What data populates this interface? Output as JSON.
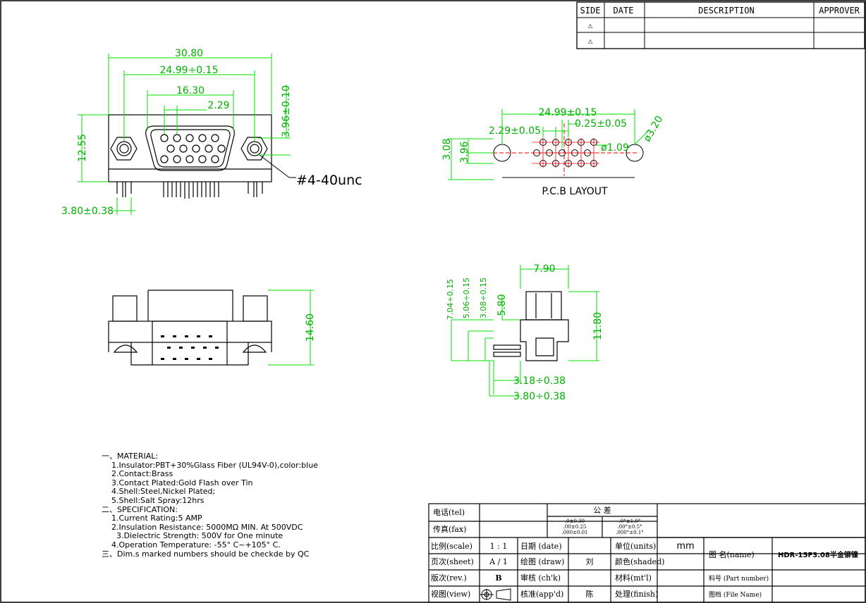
{
  "revision_table": {
    "headers": [
      "SIDE",
      "DATE",
      "DESCRIPTION",
      "APPROVER"
    ],
    "rows": [
      {
        "side": "⚠",
        "date": "",
        "description": "",
        "approver": ""
      },
      {
        "side": "⚠",
        "date": "",
        "description": "",
        "approver": ""
      }
    ]
  },
  "views": {
    "front": {
      "dims": {
        "overall_width": "30.80",
        "screw_pitch": "24.99÷0.15",
        "row_span": "16.30",
        "pin_pitch": "2.29",
        "height": "12.55",
        "offset": "3.96±0.10",
        "peg": "3.80±0.38"
      },
      "thread_note": "#4-40unc"
    },
    "pcb": {
      "dims": {
        "screw_pitch": "24.99±0.15",
        "pin_pitch": "2.29±0.05",
        "row_offset": "0.25±0.05",
        "mount_hole": "ø3.20",
        "pin_hole": "ø1.09",
        "row1": "3.08",
        "row2": "3.96"
      },
      "label": "P.C.B LAYOUT"
    },
    "bottom": {
      "dims": {
        "height": "14.60"
      }
    },
    "side": {
      "dims": {
        "top_width": "7.90",
        "overall_height": "11.80",
        "d1": "7.04÷0.15",
        "d2": "5.06÷0.15",
        "d3": "3.08÷0.15",
        "d4": "5.80",
        "d5": "3.18÷0.38",
        "d6": "3.80÷0.38"
      }
    }
  },
  "notes": [
    "一、MATERIAL:",
    "    1.Insulator:PBT+30%Glass Fiber (UL94V-0),color:blue",
    "    2.Contact:Brass",
    "    3.Contact Plated:Gold Flash over Tin",
    "    4.Shell:Steel,Nickel Plated;",
    "    5.Shell:Salt Spray:12hrs",
    "二、SPECIFICATION:",
    "    1.Current Rating:5 AMP",
    "    2.Insulation Resistance: 5000MΩ MIN. At 500VDC",
    "      3.Dielectric Strength: 500V for One minute",
    "    4.Operation Temperature: -55° C~+105° C.",
    "三、Dim.s marked numbers should be checkde by QC"
  ],
  "title_block": {
    "tel_label": "电话(tel)",
    "fax_label": "传真(fax)",
    "tolerance_label": "公    差",
    "tol_col1": [
      ".0±0.30",
      ".00±0.25",
      ".000±0.01"
    ],
    "tol_col2": [
      ".0°±1.0°",
      ".00°±0.5°",
      ".000°±0.1°"
    ],
    "scale_label": "比例(scale)",
    "scale_value": "1 : 1",
    "date_label": "日期 (date)",
    "units_label": "单位(units)",
    "units_value": "mm",
    "sheet_label": "页次(sheet)",
    "sheet_value": "A / 1",
    "draw_label": "绘图 (draw)",
    "draw_value": "刘",
    "shaded_label": "颜色(shaded)",
    "rev_label": "版次(rev.)",
    "rev_value": "B",
    "chk_label": "审核 (ch'k)",
    "mtl_label": "材料(mt'l)",
    "view_label": "视图(view)",
    "app_label": "核准(app'd)",
    "app_value": "陈",
    "finish_label": "处理(finish)",
    "name_label": "图  名(name)",
    "name_value": "HDR-15F3.08半金铆镍",
    "part_label": "料号 (Part number)",
    "file_label": "图档 (File Name)"
  }
}
